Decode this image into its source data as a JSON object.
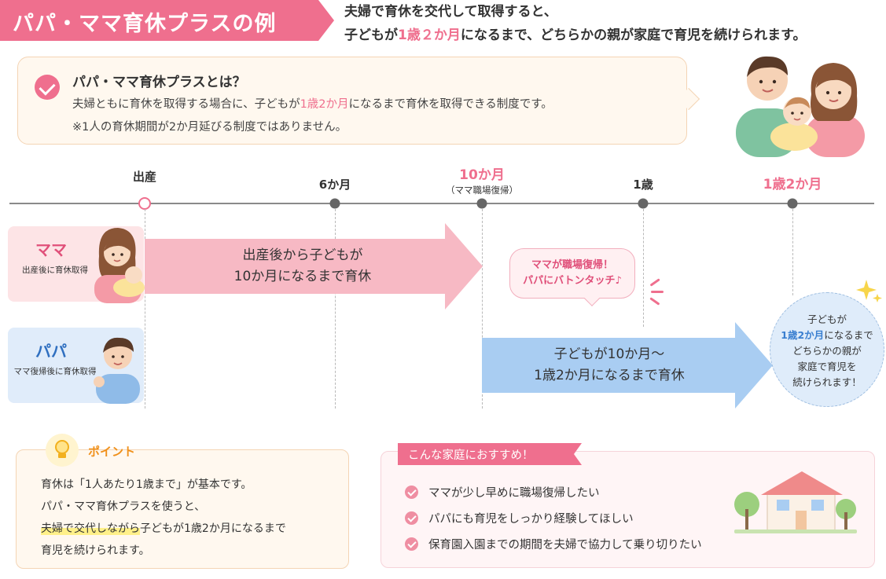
{
  "header": {
    "title": "パパ・ママ育休プラスの例",
    "desc_line1": "夫婦で育休を交代して取得すると、",
    "desc_line2_a": "子どもが",
    "desc_line2_b": "1歳２か月",
    "desc_line2_c": "になるまで、どちらかの親が家庭で育児を続けられます。"
  },
  "info": {
    "title": "パパ・ママ育休プラスとは？",
    "line1_a": "夫婦ともに育休を取得する場合に、子どもが",
    "line1_b": "1歳2か月",
    "line1_c": "になるまで育休を取得できる制度です。",
    "line2": "※1人の育休期間が2か月延びる制度ではありません。"
  },
  "timeline": {
    "birth": "出産",
    "m6": "6か月",
    "m10": "10か月",
    "m10_sub": "（ママ職場復帰）",
    "y1": "1歳",
    "y1m2": "1歳2か月"
  },
  "mama": {
    "name": "ママ",
    "note": "出産後に育休取得",
    "arrow_line1": "出産後から子どもが",
    "arrow_line2": "10か月になるまで育休"
  },
  "bubble": {
    "line1": "ママが職場復帰！",
    "line2": "パパにバトンタッチ♪"
  },
  "papa": {
    "name": "パパ",
    "note": "ママ復帰後に育休取得",
    "arrow_line1": "子どもが10か月〜",
    "arrow_line2": "1歳2か月になるまで育休"
  },
  "result": {
    "line1": "子どもが",
    "line2_a": "1歳2か月",
    "line2_b": "になるまで",
    "line3": "どちらかの親が",
    "line4": "家庭で育児を",
    "line5": "続けられます！"
  },
  "point": {
    "title": "ポイント",
    "line1": "育休は「1人あたり1歳まで」が基本です。",
    "line2": "パパ・ママ育休プラスを使うと、",
    "line3_hl": "夫婦で交代しながら",
    "line3_rest": "子どもが1歳2か月になるまで",
    "line4": "育児を続けられます。"
  },
  "recommend": {
    "tag": "こんな家庭におすすめ！",
    "items": [
      "ママが少し早めに職場復帰したい",
      "パパにも育児をしっかり経験してほしい",
      "保育園入園までの期間を夫婦で協力して乗り切りたい"
    ]
  },
  "colors": {
    "pink": "#ef6f8e",
    "mama_arrow": "#f7b9c4",
    "papa_arrow": "#a9cdf2",
    "blue_text": "#2f6fc0"
  }
}
